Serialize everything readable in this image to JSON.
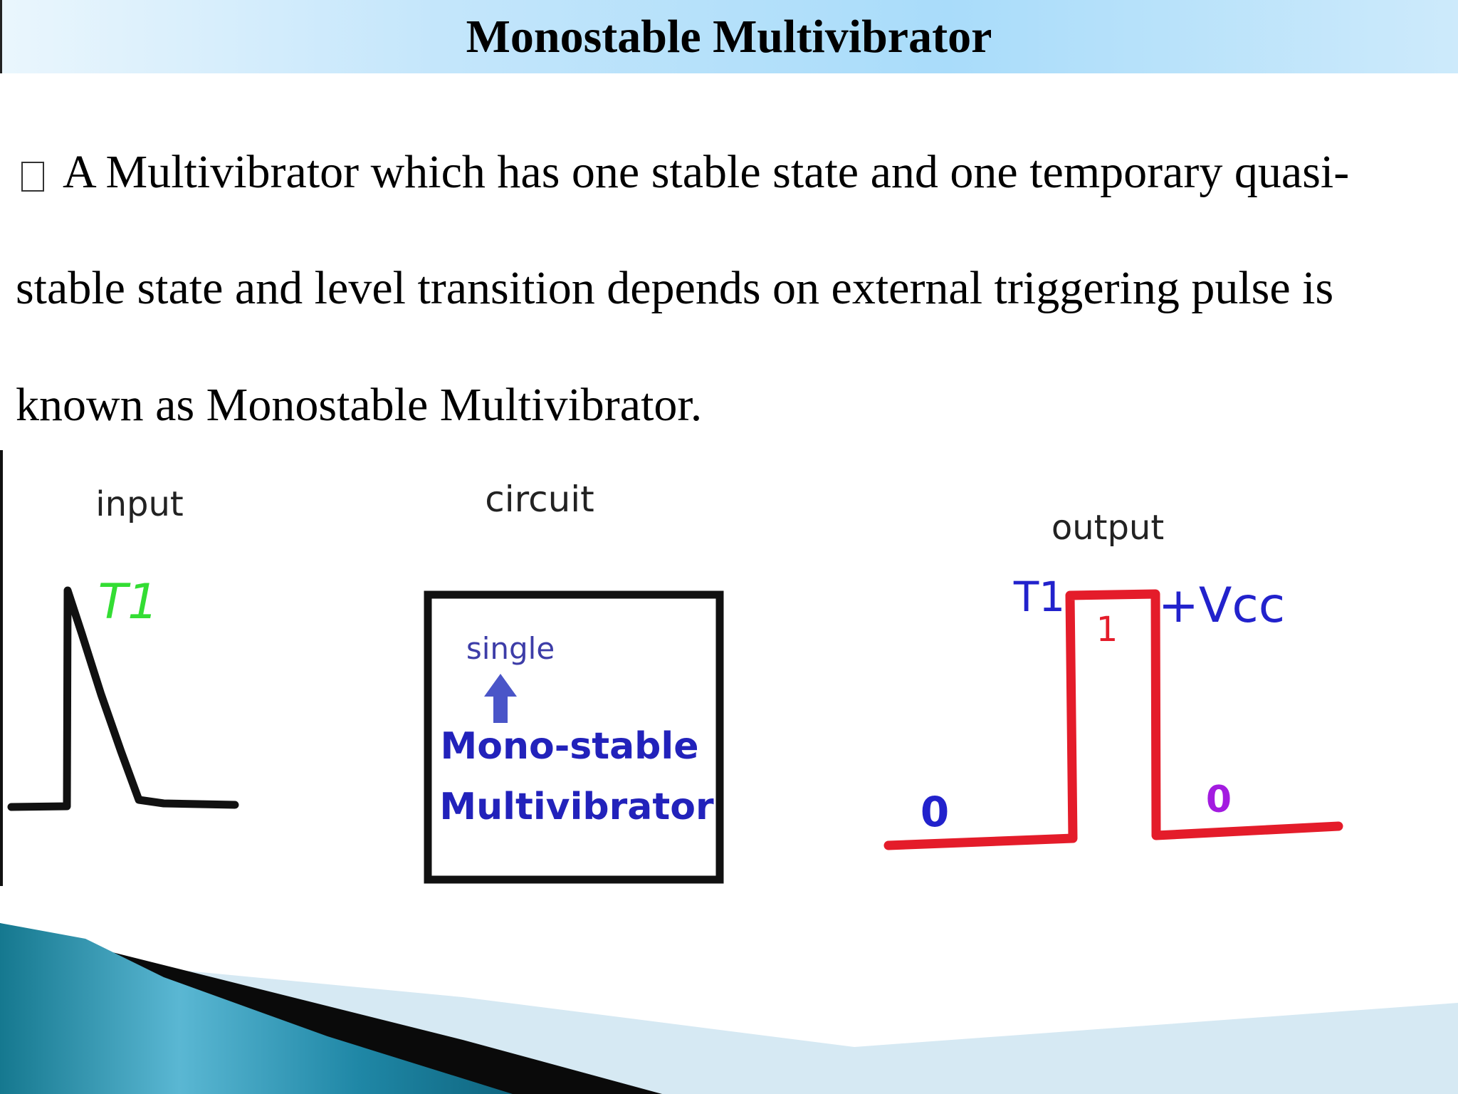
{
  "slide": {
    "title": "Monostable Multivibrator",
    "bullet_icon": "square-bullet-icon",
    "text_lines": [
      "A Multivibrator which has one stable state and one temporary quasi-",
      "stable state and level transition depends on external triggering pulse is",
      "known as Monostable Multivibrator."
    ]
  },
  "diagram": {
    "input": {
      "label": "input",
      "trigger_label": "T1"
    },
    "circuit": {
      "label": "circuit",
      "inner_label": "single",
      "box_line1": "Mono-stable",
      "box_line2": "Multivibrator"
    },
    "output": {
      "label": "output",
      "trigger_label": "T1",
      "high_level_label": "+Vcc",
      "high_value": "1",
      "low_value_left": "0",
      "low_value_right": "0"
    }
  },
  "colors": {
    "title_bar": "#a9dcfa",
    "trigger_green": "#33dd33",
    "pulse_red": "#e41c2a",
    "label_blue": "#2222cc",
    "label_purple": "#a31be0",
    "arrow_blue": "#4a55c8",
    "footer_teal": "#1f87a6"
  }
}
